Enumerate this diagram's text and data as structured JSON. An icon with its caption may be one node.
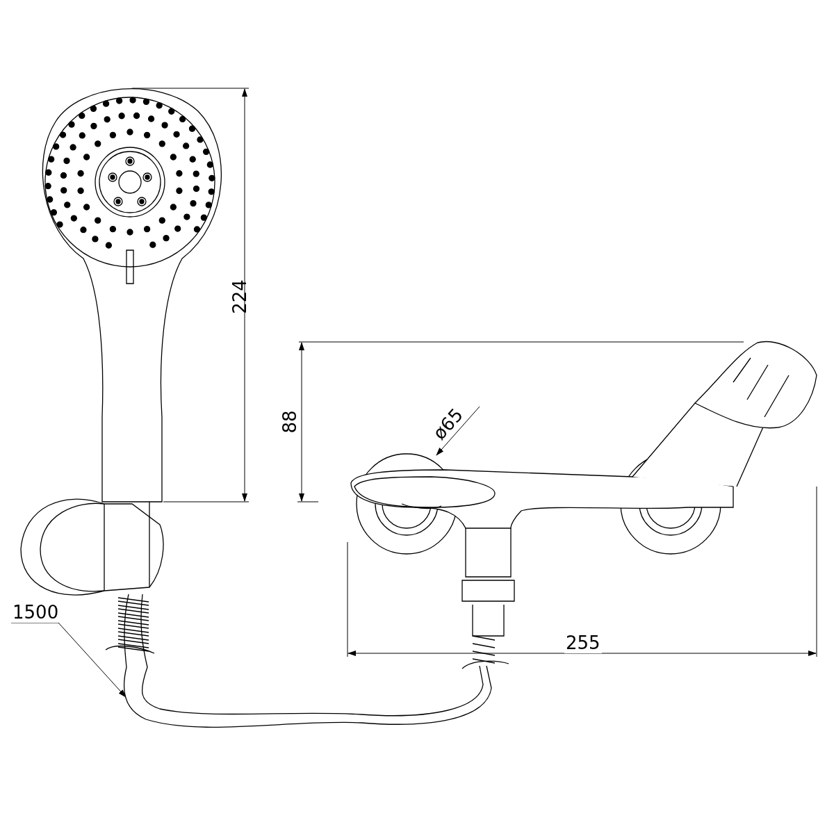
{
  "diagram": {
    "nodes": [
      {
        "text": [
          "1500"
        ]
      },
      {
        "text": [],
        "shape": "picture"
      }
    ],
    "edges": [
      {
        "from": 0,
        "to": 1,
        "arrow": "to"
      }
    ],
    "labels": [
      "224",
      "88",
      "ø65",
      "255"
    ]
  }
}
